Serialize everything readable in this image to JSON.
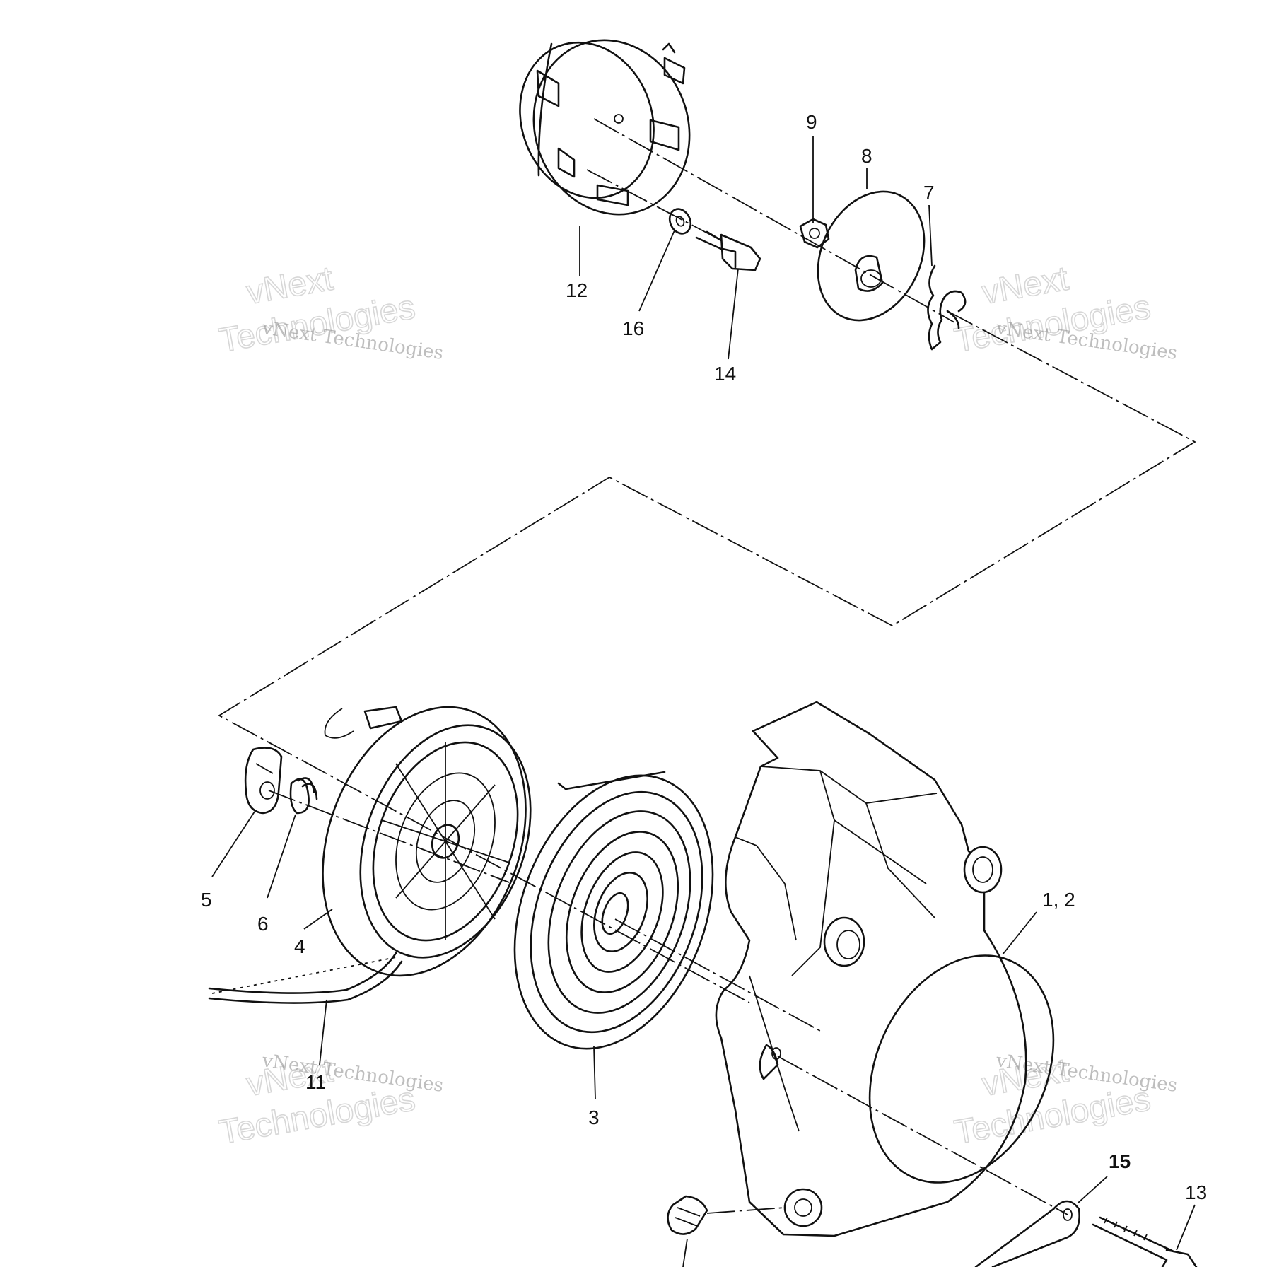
{
  "diagram": {
    "callouts": [
      {
        "id": "c9",
        "text": "9"
      },
      {
        "id": "c8",
        "text": "8"
      },
      {
        "id": "c7",
        "text": "7"
      },
      {
        "id": "c12",
        "text": "12"
      },
      {
        "id": "c16",
        "text": "16"
      },
      {
        "id": "c14",
        "text": "14"
      },
      {
        "id": "c12x",
        "text": "1, 2"
      },
      {
        "id": "c5",
        "text": "5"
      },
      {
        "id": "c6",
        "text": "6"
      },
      {
        "id": "c4",
        "text": "4"
      },
      {
        "id": "c11",
        "text": "11"
      },
      {
        "id": "c3",
        "text": "3"
      },
      {
        "id": "c15",
        "text": "15"
      },
      {
        "id": "c13",
        "text": "13"
      }
    ],
    "watermark": {
      "small": "vNext Technologies",
      "big_line1": "vNext",
      "big_line2": "Technologies"
    }
  }
}
